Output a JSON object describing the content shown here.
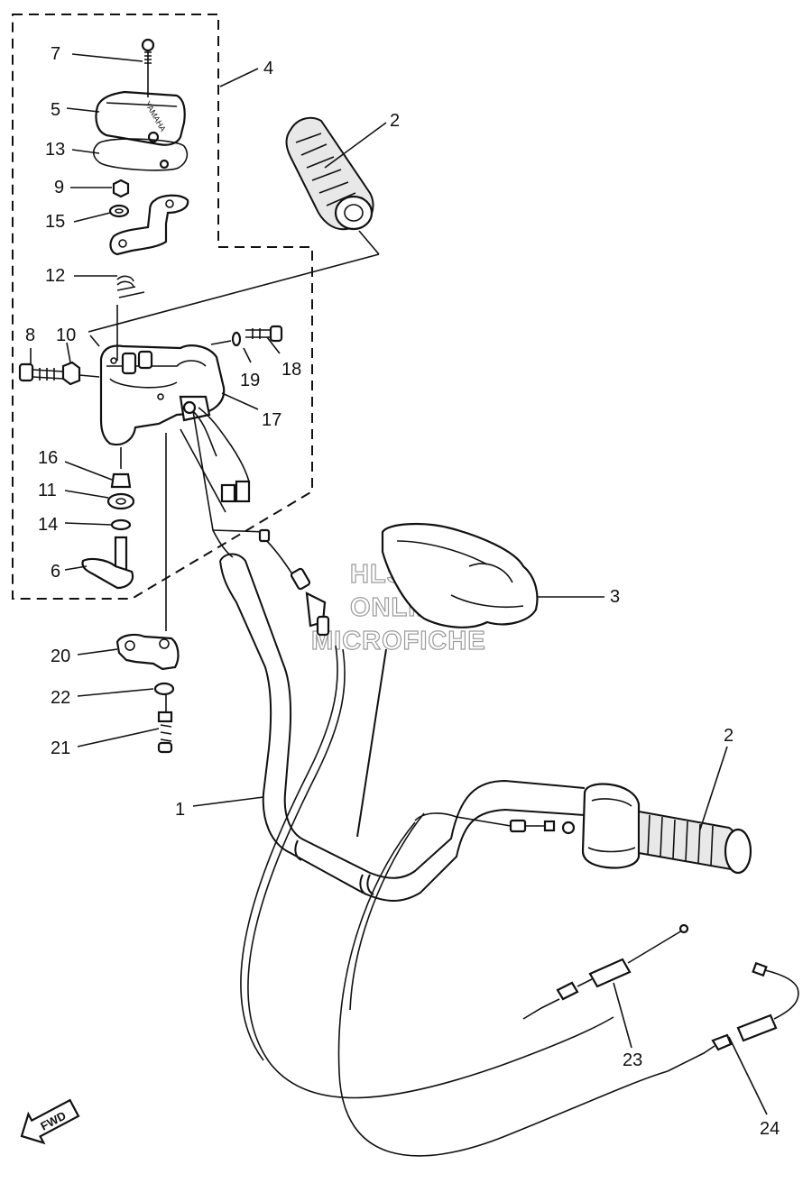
{
  "watermark": {
    "line1": "HLSM'S",
    "line2": "ONLINE",
    "line3": "MICROFICHE"
  },
  "direction_badge": "FWD",
  "callouts": [
    {
      "id": "c7",
      "label": "7"
    },
    {
      "id": "c4",
      "label": "4"
    },
    {
      "id": "c5",
      "label": "5"
    },
    {
      "id": "c2a",
      "label": "2"
    },
    {
      "id": "c13",
      "label": "13"
    },
    {
      "id": "c9",
      "label": "9"
    },
    {
      "id": "c15",
      "label": "15"
    },
    {
      "id": "c12",
      "label": "12"
    },
    {
      "id": "c8",
      "label": "8"
    },
    {
      "id": "c10",
      "label": "10"
    },
    {
      "id": "c19",
      "label": "19"
    },
    {
      "id": "c18",
      "label": "18"
    },
    {
      "id": "c17",
      "label": "17"
    },
    {
      "id": "c16",
      "label": "16"
    },
    {
      "id": "c11",
      "label": "11"
    },
    {
      "id": "c14",
      "label": "14"
    },
    {
      "id": "c6",
      "label": "6"
    },
    {
      "id": "c3",
      "label": "3"
    },
    {
      "id": "c20",
      "label": "20"
    },
    {
      "id": "c22",
      "label": "22"
    },
    {
      "id": "c21",
      "label": "21"
    },
    {
      "id": "c2b",
      "label": "2"
    },
    {
      "id": "c1",
      "label": "1"
    },
    {
      "id": "c23",
      "label": "23"
    },
    {
      "id": "c24",
      "label": "24"
    }
  ]
}
